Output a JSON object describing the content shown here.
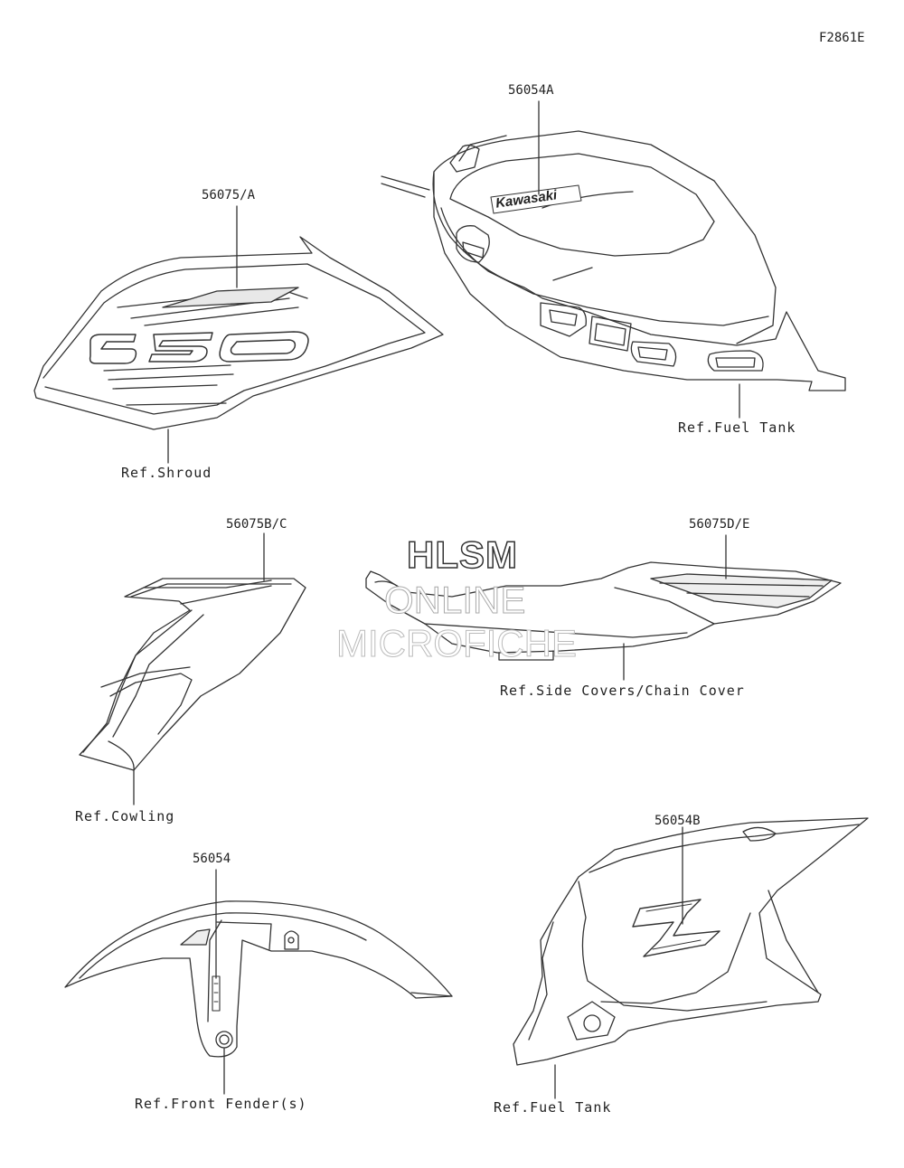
{
  "figure_id": "F2861E",
  "watermark": {
    "line1": "HLSM",
    "line2": "ONLINE",
    "line3": "MICROFICHE"
  },
  "shroud": {
    "part_code": "56075/A",
    "ref_label": "Ref.Shroud",
    "decal_text": "650"
  },
  "fuel_tank_top": {
    "part_code": "56054A",
    "ref_label": "Ref.Fuel Tank",
    "brand_text": "Kawasaki"
  },
  "cowling": {
    "part_code": "56075B/C",
    "ref_label": "Ref.Cowling"
  },
  "side_covers": {
    "part_code": "56075D/E",
    "ref_label": "Ref.Side Covers/Chain Cover"
  },
  "front_fender": {
    "part_code": "56054",
    "ref_label": "Ref.Front Fender(s)"
  },
  "fuel_tank_side": {
    "part_code": "56054B",
    "ref_label": "Ref.Fuel Tank",
    "emblem_icon": "z-emblem-icon"
  }
}
